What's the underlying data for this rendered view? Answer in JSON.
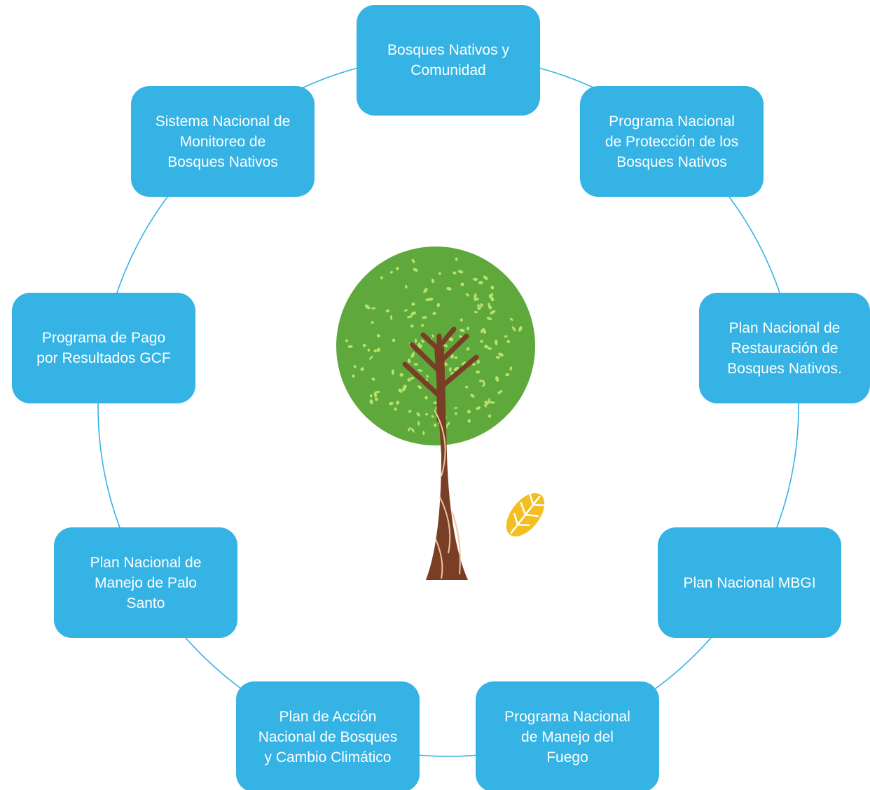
{
  "colors": {
    "node_fill": "#35B3E5",
    "node_text": "#FFFFFF",
    "connector": "#35B3E5",
    "canopy": "#5FA83C",
    "canopy_dots": "#B7E36A",
    "trunk": "#7A3E26",
    "trunk_lines": "#E8C7A0",
    "leaf": "#F2BE22"
  },
  "center_image": {
    "icon": "tree-icon",
    "accent_icon": "leaf-icon"
  },
  "nodes": [
    {
      "label": "Bosques Nativos y\nComunidad"
    },
    {
      "label": "Programa Nacional\nde Protección de los\nBosques Nativos"
    },
    {
      "label": "Plan Nacional de\nRestauración de\nBosques Nativos."
    },
    {
      "label": "Plan Nacional MBGI"
    },
    {
      "label": "Programa Nacional\nde Manejo del\nFuego"
    },
    {
      "label": "Plan de Acción\nNacional de Bosques\ny Cambio Climático"
    },
    {
      "label": "Plan Nacional de\nManejo de Palo\nSanto"
    },
    {
      "label": "Programa de Pago\npor Resultados GCF"
    },
    {
      "label": "Sistema Nacional de\nMonitoreo de\nBosques Nativos"
    }
  ]
}
